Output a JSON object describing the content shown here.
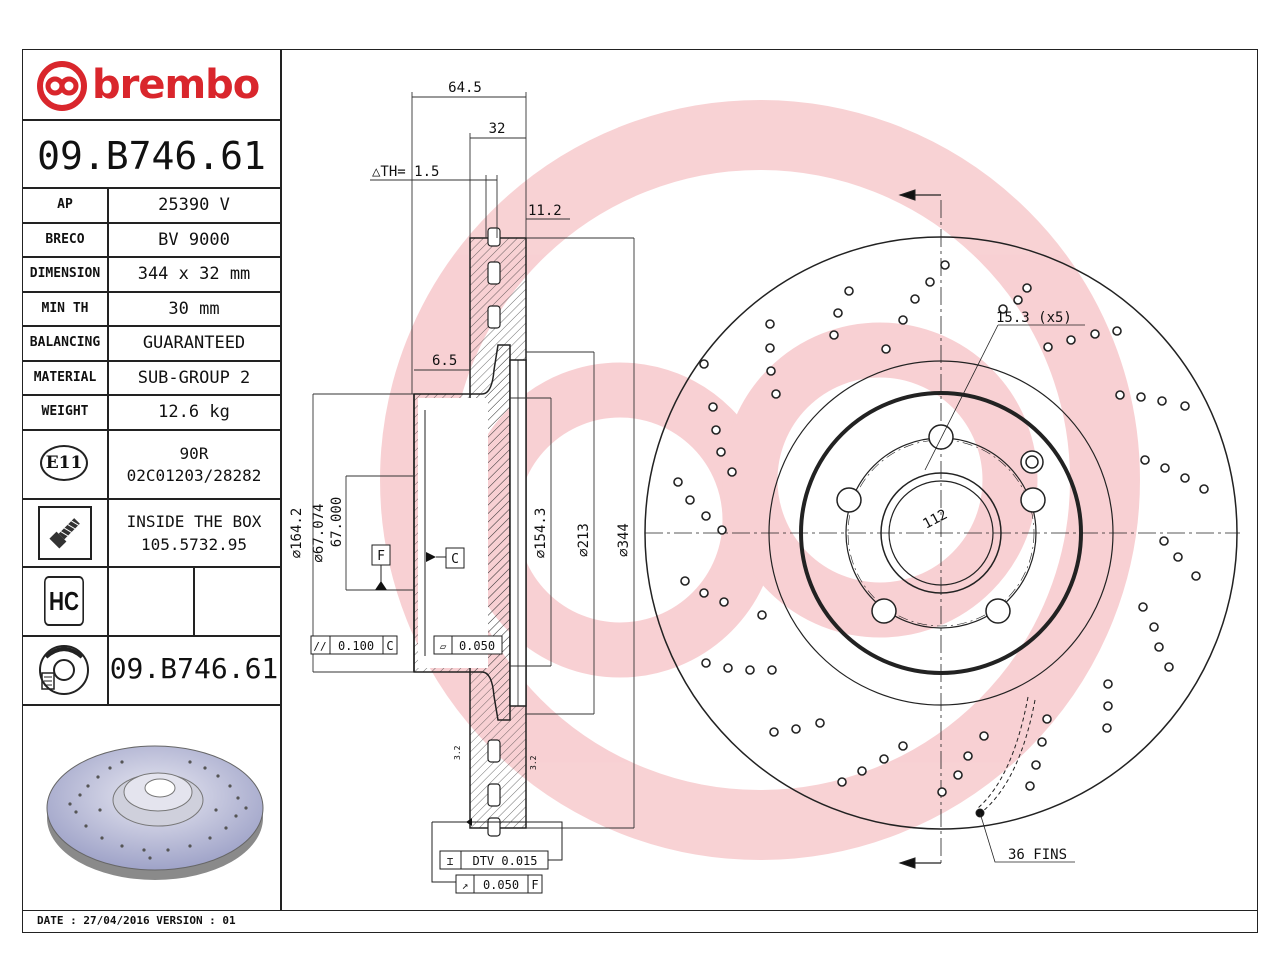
{
  "brand": {
    "name": "brembo",
    "color": "#d9262c"
  },
  "part_number": "09.B746.61",
  "specs": [
    {
      "label": "AP",
      "value": "25390 V"
    },
    {
      "label": "BRECO",
      "value": "BV 9000"
    },
    {
      "label": "DIMENSION",
      "value": "344 x 32 mm"
    },
    {
      "label": "MIN TH",
      "value": "30 mm"
    },
    {
      "label": "BALANCING",
      "value": "GUARANTEED"
    },
    {
      "label": "MATERIAL",
      "value": "SUB-GROUP 2"
    },
    {
      "label": "WEIGHT",
      "value": "12.6 kg"
    }
  ],
  "approval": {
    "badge": "E11",
    "line1": "90R",
    "line2": "02C01203/28282"
  },
  "inside_box": {
    "line1": "INSIDE THE BOX",
    "line2": "105.5732.95"
  },
  "hc_badge": "HC",
  "footer": "DATE : 27/04/2016 VERSION : 01",
  "dimensions": {
    "overall_width": "64.5",
    "thickness": "32",
    "th": "△TH= 1.5",
    "offset": "11.2",
    "hub_step": "6.5",
    "d164": "⌀164.2",
    "d67074": "⌀67.074",
    "d67000": "67.000",
    "d154": "⌀154.3",
    "d213": "⌀213",
    "d344": "⌀344",
    "datum_f": "F",
    "datum_c": "C",
    "tol_parallel": "0.100",
    "tol_parallel_ref": "C",
    "tol_flat": "0.050",
    "dtv": "DTV 0.015",
    "runout": "0.050",
    "runout_ref": "F",
    "rough1": "3.2",
    "rough2": "3.2",
    "bolt_circle": "112",
    "hole_spec": "15.3 (x5)",
    "fins": "36 FINS"
  }
}
